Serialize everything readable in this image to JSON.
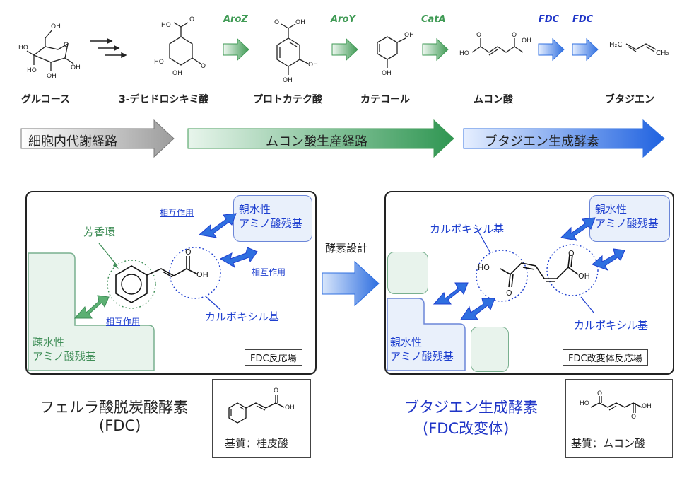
{
  "pathway": {
    "compounds": [
      "グルコース",
      "3-デヒドロシキミ酸",
      "プロトカテク酸",
      "カテコール",
      "ムコン酸",
      "ブタジエン"
    ],
    "enzymes": [
      "AroZ",
      "AroY",
      "CatA",
      "FDC",
      "FDC"
    ],
    "atoms": {
      "oh": "OH",
      "ho": "HO",
      "o": "O",
      "h2c": "H₂C",
      "ch2": "CH₂"
    }
  },
  "banners": [
    "細胞内代謝経路",
    "ムコン酸生産経路",
    "ブタジエン生成酵素"
  ],
  "left_panel": {
    "aromatic_ring": "芳香環",
    "carboxyl": "カルボキシル基",
    "interaction": "相互作用",
    "hydrophilic": [
      "親水性",
      "アミノ酸残基"
    ],
    "hydrophobic": [
      "疎水性",
      "アミノ酸残基"
    ],
    "site_label": "FDC反応場",
    "cooh_oh": "OH",
    "cooh_o": "O"
  },
  "design_label": "酵素設計",
  "right_panel": {
    "carboxyl": "カルボキシル基",
    "hydrophilic": [
      "親水性",
      "アミノ酸残基"
    ],
    "site_label": "FDC改変体反応場",
    "ho": "HO",
    "oh": "OH",
    "o": "O"
  },
  "bottom_left": {
    "title": "フェルラ酸脱炭酸酵素",
    "subtitle": "(FDC)",
    "substrate": "基質：桂皮酸"
  },
  "bottom_right": {
    "title": "ブタジエン生成酵素",
    "subtitle": "(FDC改変体)",
    "substrate": "基質：ムコン酸"
  },
  "colors": {
    "green": "#3f9a54",
    "blue": "#1f35c7",
    "arrow_blue": "#2f6fe0",
    "arrow_green": "#4aa86a"
  }
}
